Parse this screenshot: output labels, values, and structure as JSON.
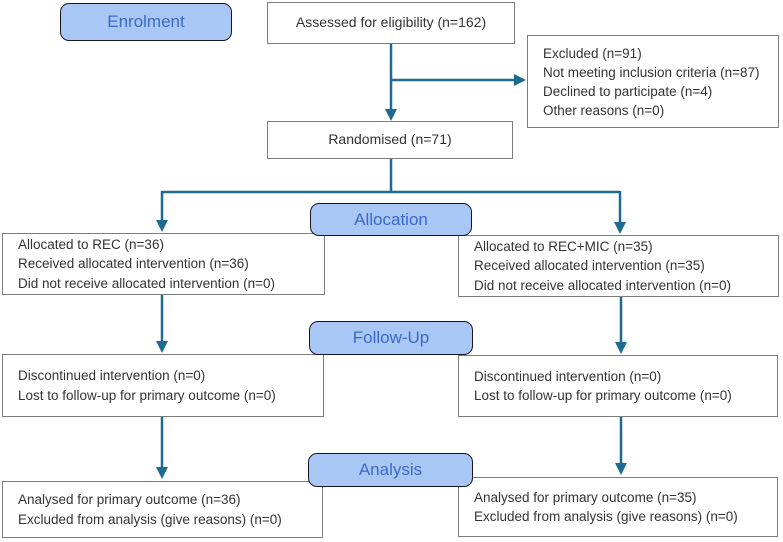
{
  "stages": {
    "enrolment": "Enrolment",
    "allocation": "Allocation",
    "followup": "Follow-Up",
    "analysis": "Analysis"
  },
  "boxes": {
    "assessed": {
      "text": "Assessed for eligibility (n=162)"
    },
    "excluded": {
      "lines": [
        "Excluded (n=91)",
        "Not meeting inclusion criteria (n=87)",
        "Declined to participate (n=4)",
        "Other reasons (n=0)"
      ]
    },
    "randomised": {
      "text": "Randomised (n=71)"
    },
    "allocation_left": {
      "lines": [
        "Allocated to REC (n=36)",
        "Received allocated intervention (n=36)",
        "Did not receive allocated intervention (n=0)"
      ]
    },
    "allocation_right": {
      "lines": [
        "Allocated to REC+MIC (n=35)",
        "Received allocated intervention (n=35)",
        "Did not receive allocated intervention (n=0)"
      ]
    },
    "followup_left": {
      "lines": [
        "Discontinued intervention (n=0)",
        "Lost to follow-up for primary outcome (n=0)"
      ]
    },
    "followup_right": {
      "lines": [
        "Discontinued intervention (n=0)",
        "Lost to follow-up for primary outcome (n=0)"
      ]
    },
    "analysis_left": {
      "lines": [
        "Analysed for primary outcome (n=36)",
        "Excluded from analysis (give reasons) (n=0)"
      ]
    },
    "analysis_right": {
      "lines": [
        "Analysed for primary outcome (n=35)",
        "Excluded from analysis (give reasons) (n=0)"
      ]
    }
  },
  "colors": {
    "arrow": "#1d6b90",
    "stage_fill": "#a9c7f5",
    "stage_border": "#16161f",
    "stage_text": "#3f68c5",
    "box_border": "#7d7d7d",
    "box_text": "#333333",
    "background": "#ffffff"
  }
}
